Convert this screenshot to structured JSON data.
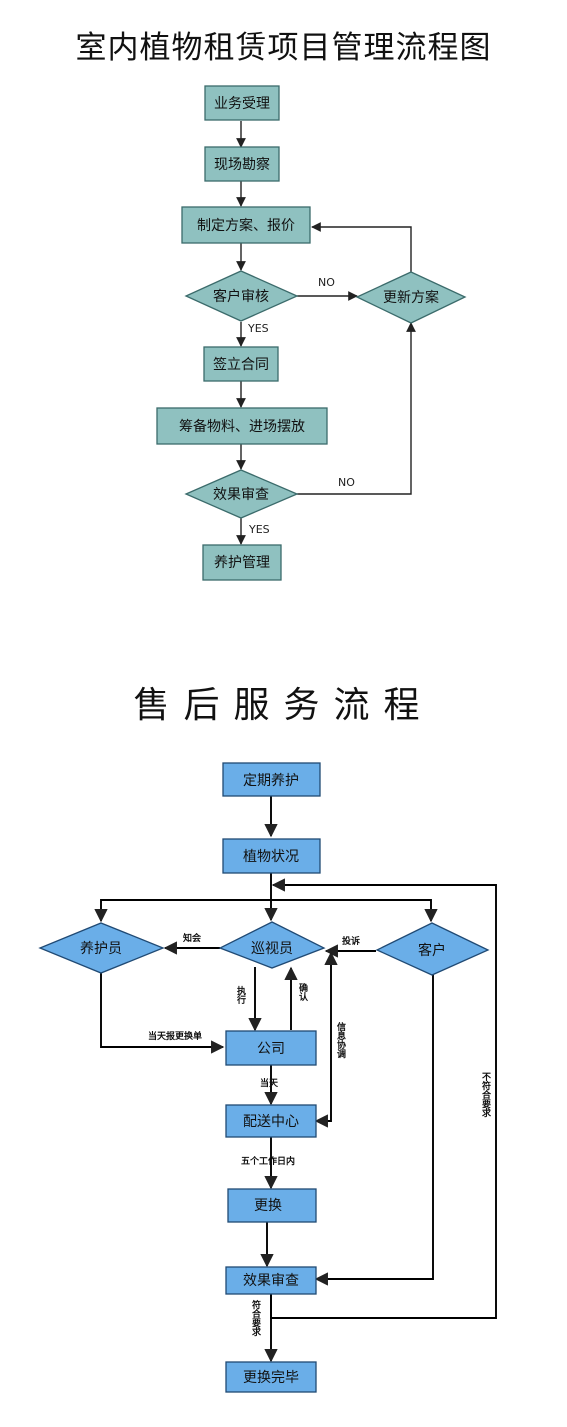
{
  "rental": {
    "title": "室内植物租赁项目管理流程图",
    "nodes": {
      "accept": "业务受理",
      "survey": "现场勘察",
      "plan": "制定方案、报价",
      "review": "客户审核",
      "update": "更新方案",
      "sign": "签立合同",
      "prepare": "筹备物料、进场摆放",
      "effect": "效果审查",
      "maintain": "养护管理"
    },
    "labels": {
      "no1": "NO",
      "yes1": "YES",
      "no2": "NO",
      "yes2": "YES"
    }
  },
  "aftersales": {
    "title": "售后服务流程",
    "nodes": {
      "regular": "定期养护",
      "status": "植物状况",
      "caretaker": "养护员",
      "inspector": "巡视员",
      "customer": "客户",
      "company": "公司",
      "dispatch": "配送中心",
      "replace": "更换",
      "effect": "效果审查",
      "done": "更换完毕"
    },
    "labels": {
      "notify": "知会",
      "complain": "投诉",
      "execute": "执行",
      "confirm": "确认",
      "coordinate": "信息协调",
      "sameday_report": "当天报更换单",
      "sameday": "当天",
      "five_days": "五个工作日内",
      "fail": "不符合要求",
      "pass": "符合要求"
    }
  },
  "colors": {
    "flow1_fill": "#8fc1c0",
    "flow2_fill": "#6aaee8"
  }
}
